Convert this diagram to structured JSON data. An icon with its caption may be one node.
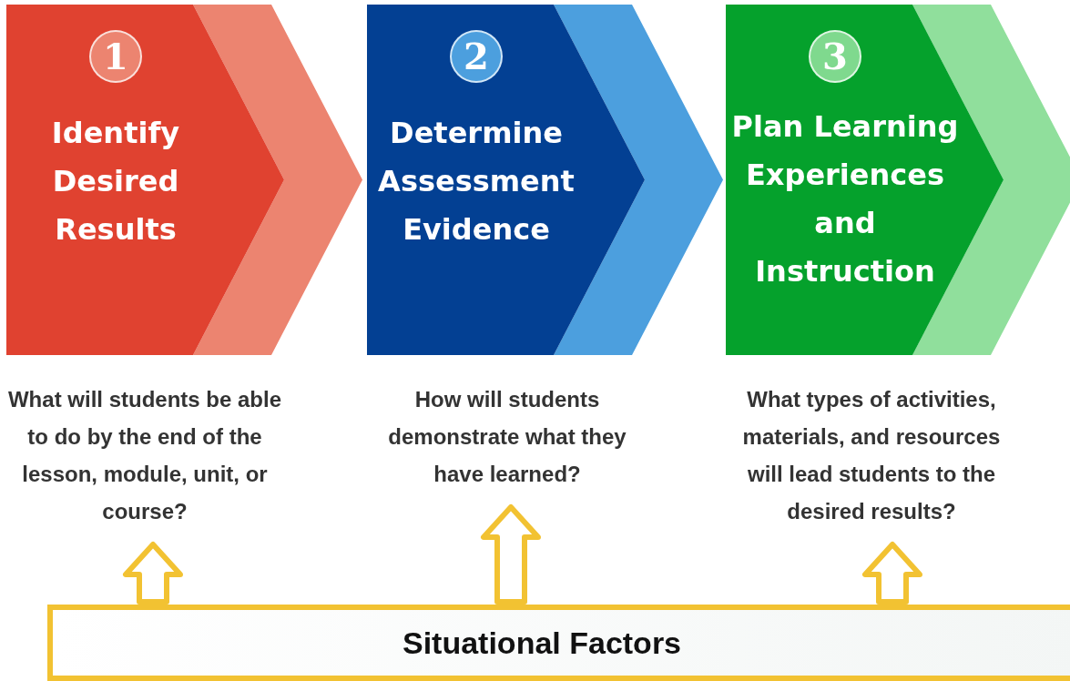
{
  "diagram": {
    "nodes": [
      {
        "text": [
          "1",
          "Identify Desired Results"
        ]
      },
      {
        "text": [
          "2",
          "Determine Assessment Evidence"
        ]
      },
      {
        "text": [
          "3",
          "Plan Learning Experiences and Instruction"
        ]
      },
      {
        "text": [
          "What will students be able to do by the end of the lesson, module, unit, or course?"
        ]
      },
      {
        "text": [
          "How will students demonstrate what they have learned?"
        ]
      },
      {
        "text": [
          "What types of activities, materials, and resources will lead students to the desired results?"
        ]
      },
      {
        "text": [
          "Situational Factors"
        ]
      }
    ],
    "edges": [
      {
        "from": 6,
        "to": 3,
        "arrow": "to"
      },
      {
        "from": 6,
        "to": 4,
        "arrow": "to"
      },
      {
        "from": 6,
        "to": 5,
        "arrow": "to"
      }
    ]
  }
}
